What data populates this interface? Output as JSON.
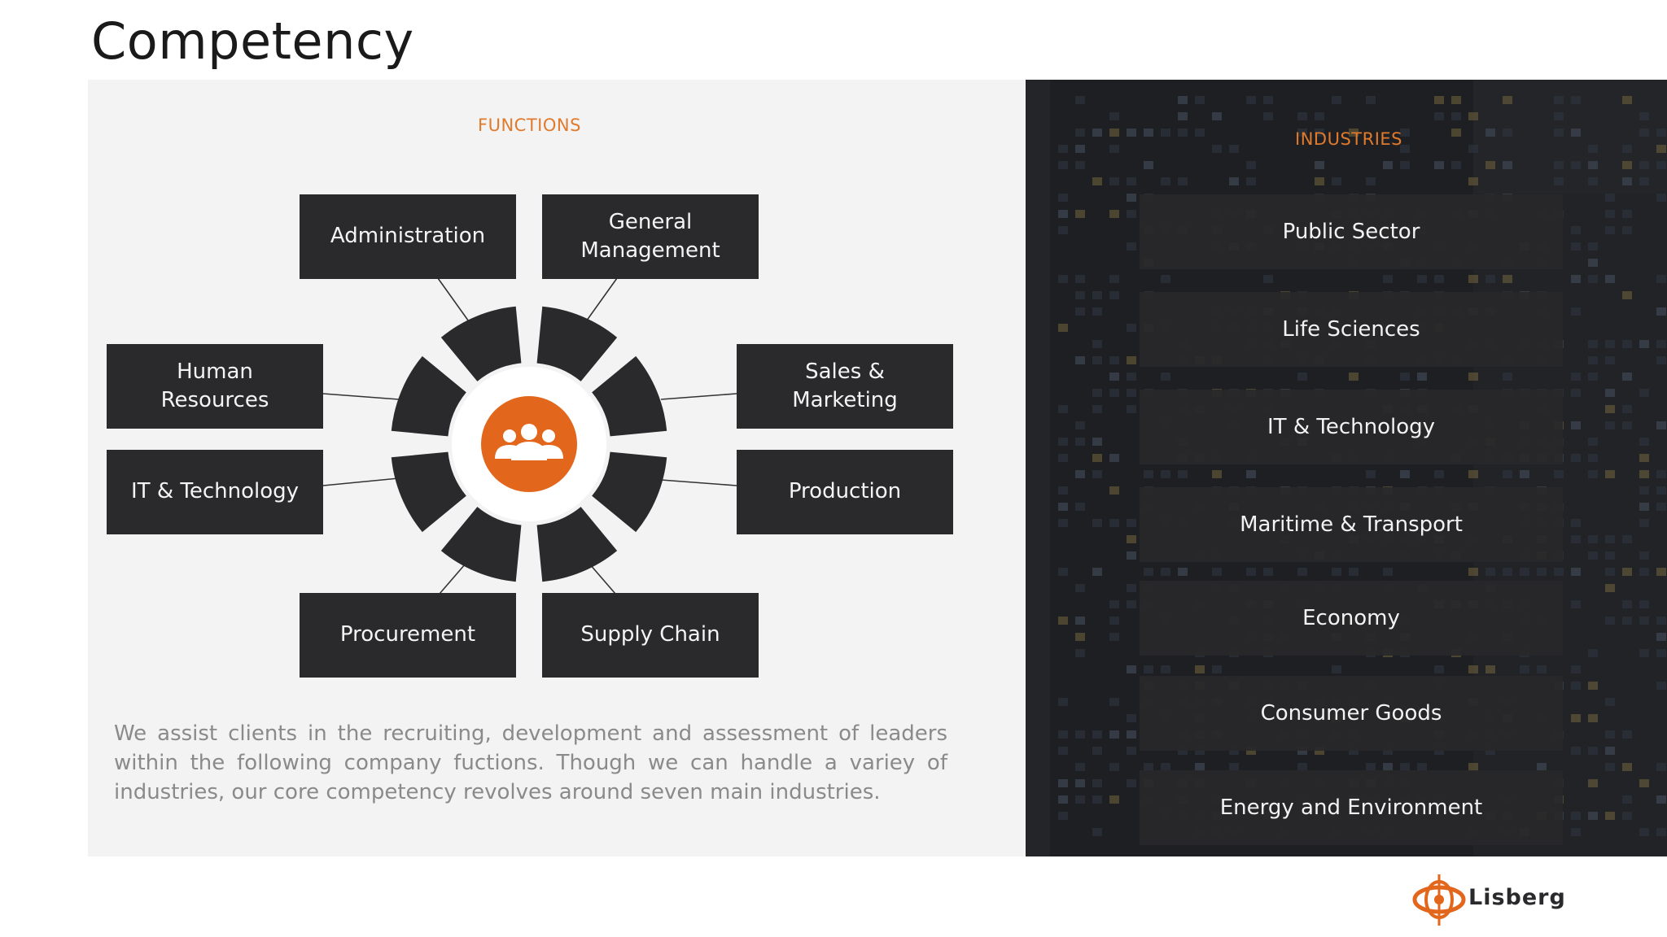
{
  "slide": {
    "title": "Competency"
  },
  "functions": {
    "label": "FUNCTIONS",
    "center_icon": "group-users-icon",
    "items": {
      "administration": "Administration",
      "general_management": "General Management",
      "human_resources": "Human Resources",
      "sales_marketing": "Sales & Marketing",
      "it_technology": "IT & Technology",
      "production": "Production",
      "procurement": "Procurement",
      "supply_chain": "Supply Chain"
    },
    "description": "We assist clients in the recruiting, development and assessment of leaders within the following company fuctions. Though we can handle a variey of industries, our core competency revolves around seven main industries."
  },
  "industries": {
    "label": "INDUSTRIES",
    "items": [
      "Public Sector",
      "Life Sciences",
      "IT & Technology",
      "Maritime & Transport",
      "Economy",
      "Consumer Goods",
      "Energy and Environment"
    ]
  },
  "brand": {
    "name": "Lisberg",
    "logo_icon": "lisberg-logo-icon"
  },
  "colors": {
    "accent": "#e07a2c",
    "box": "#2a2a2c",
    "panel": "#f3f3f4"
  }
}
